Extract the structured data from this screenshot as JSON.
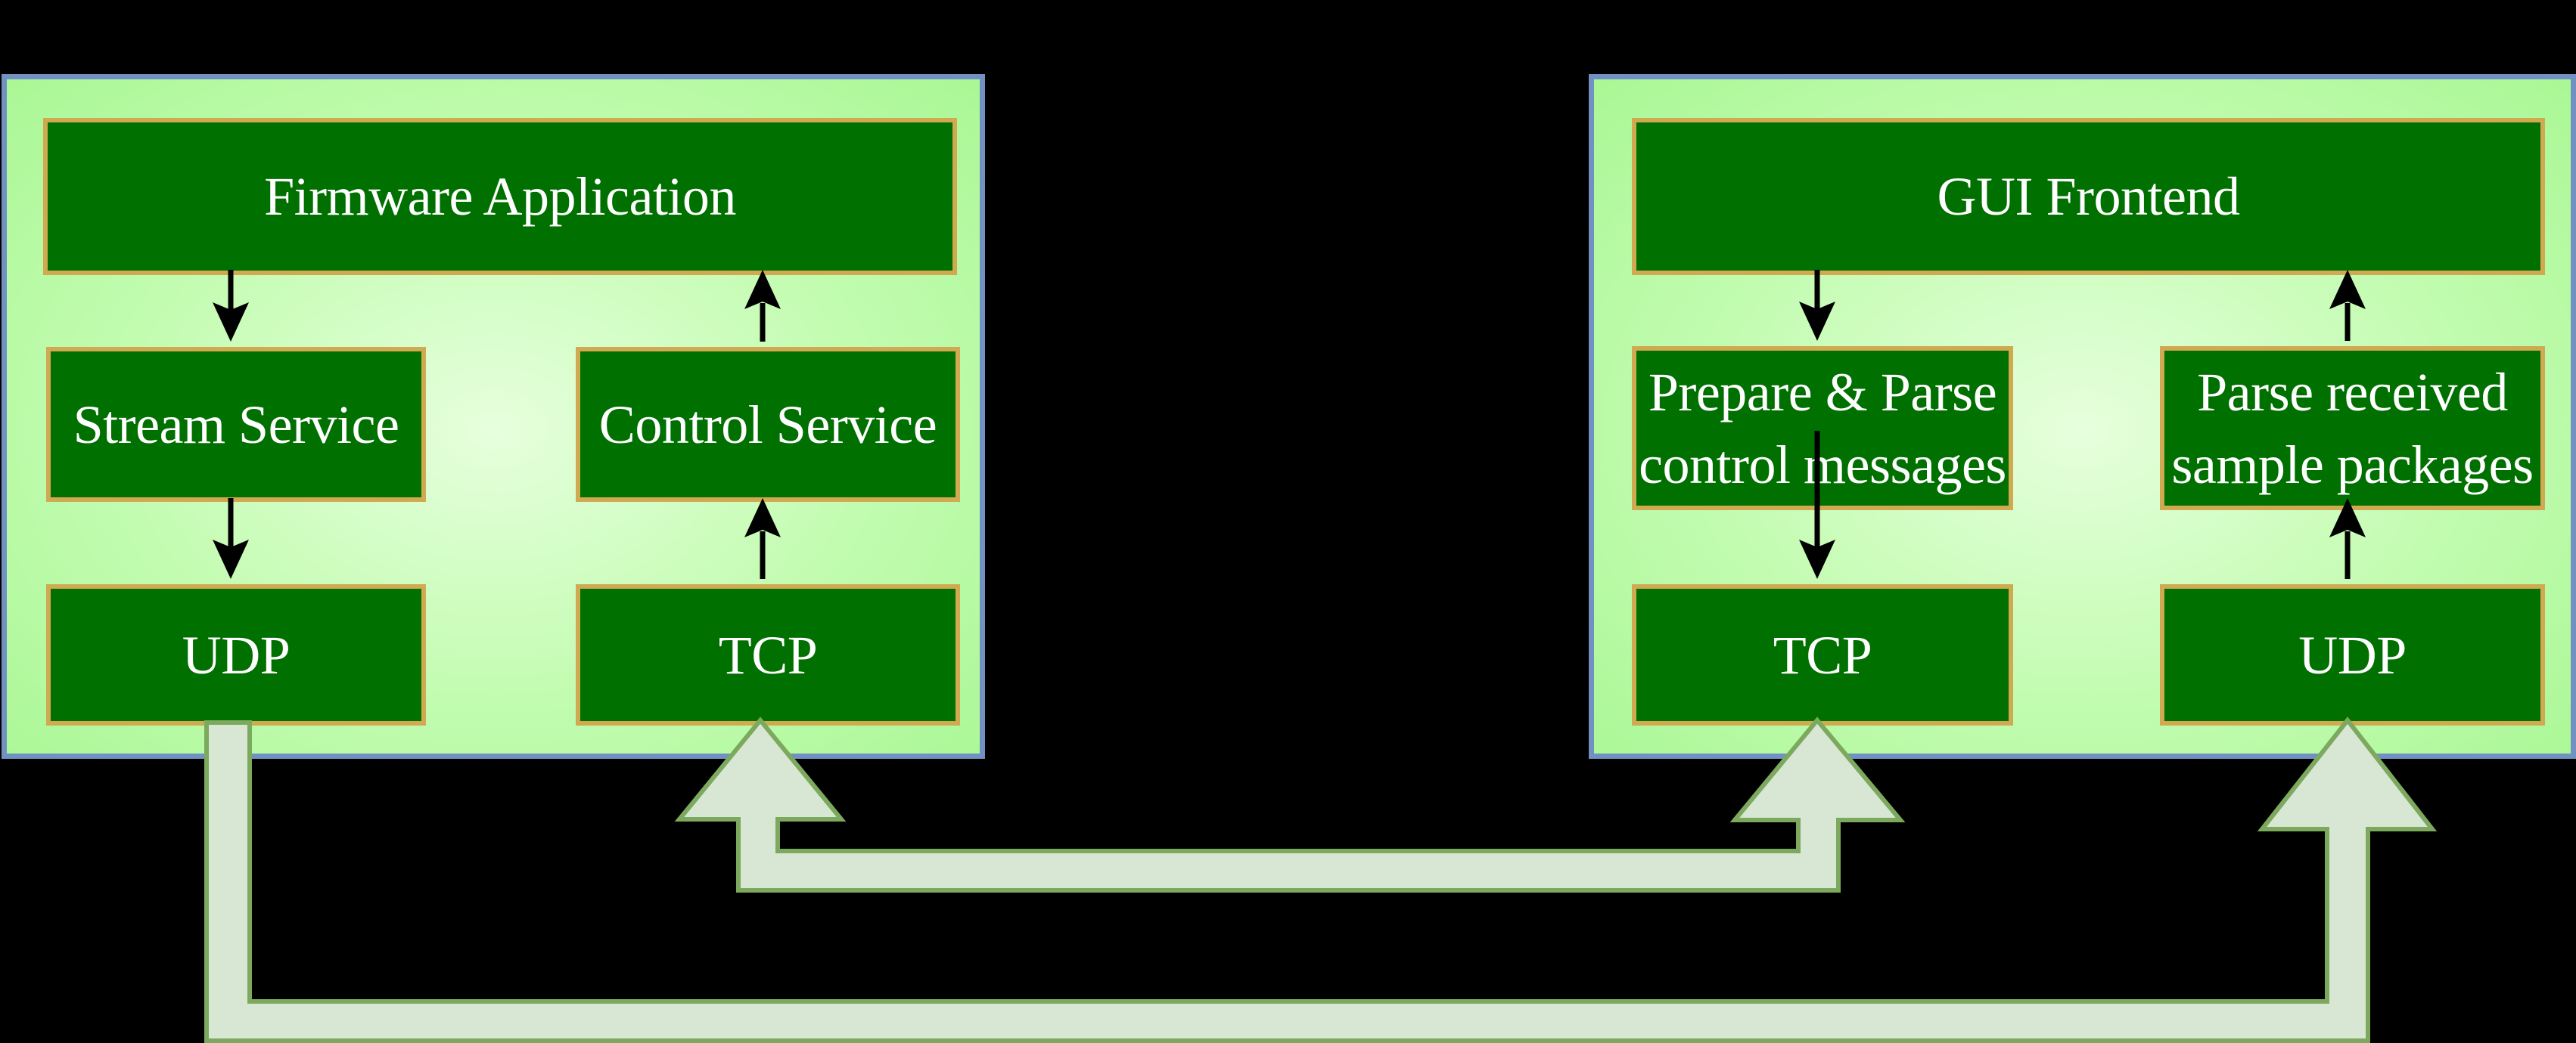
{
  "canvas": {
    "background": "#000000"
  },
  "colors": {
    "canvas-bg": "#000000",
    "panel-border": "#7191c3",
    "panel-fill-center": "#e6ffdd",
    "panel-fill-mid": "#c2fcb0",
    "panel-fill-edge": "#aaf795",
    "node-fill": "#007000",
    "node-border": "#d0a950",
    "node-text": "#ffffff",
    "arrow": "#000000",
    "pipe-fill": "#d8e7d3",
    "pipe-border": "#7da95f"
  },
  "left_panel": {
    "title": "Firmware Application",
    "nodes": {
      "stream": {
        "label": "Stream Service"
      },
      "control": {
        "label": "Control Service"
      },
      "udp": {
        "label": "UDP"
      },
      "tcp": {
        "label": "TCP"
      }
    }
  },
  "right_panel": {
    "title": "GUI Frontend",
    "nodes": {
      "prepare": {
        "lines": [
          "Prepare & Parse",
          "control messages"
        ]
      },
      "parse": {
        "lines": [
          "Parse received",
          "sample packages"
        ]
      },
      "tcp": {
        "label": "TCP"
      },
      "udp": {
        "label": "UDP"
      }
    }
  },
  "connections": [
    {
      "from": "firmware-application",
      "to": "stream-service",
      "style": "thin-arrow"
    },
    {
      "from": "stream-service",
      "to": "udp-left",
      "style": "thin-arrow"
    },
    {
      "from": "control-service",
      "to": "firmware-application",
      "style": "thin-arrow"
    },
    {
      "from": "tcp-left",
      "to": "control-service",
      "style": "thin-arrow"
    },
    {
      "from": "gui-frontend",
      "to": "prepare-parse-control-messages",
      "style": "thin-arrow"
    },
    {
      "from": "prepare-parse-control-messages",
      "to": "tcp-right",
      "style": "thin-arrow"
    },
    {
      "from": "parse-received-sample-packages",
      "to": "gui-frontend",
      "style": "thin-arrow"
    },
    {
      "from": "udp-right",
      "to": "parse-received-sample-packages",
      "style": "thin-arrow"
    },
    {
      "from": "udp-left",
      "to": "udp-right",
      "style": "block-pipe one-way"
    },
    {
      "from": "tcp-left",
      "to": "tcp-right",
      "style": "block-pipe two-way"
    }
  ]
}
